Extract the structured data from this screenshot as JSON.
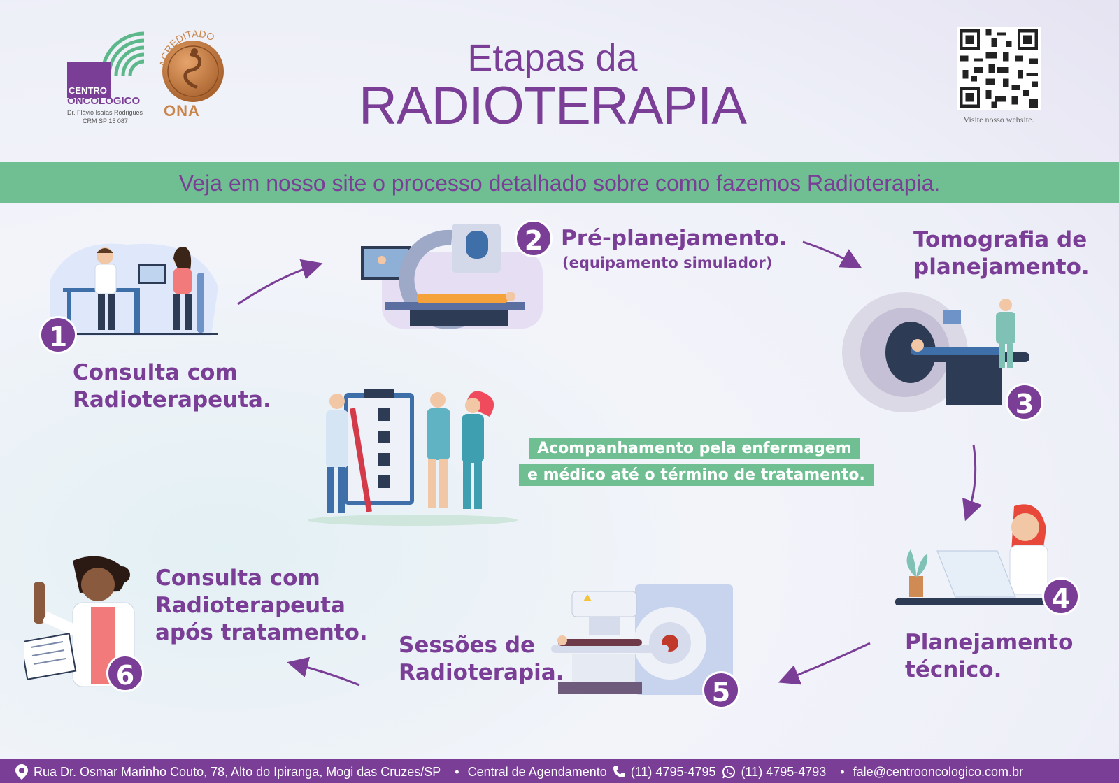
{
  "header": {
    "logo": {
      "line1": "CENTRO",
      "line2": "ONCOLÓGICO",
      "doctor": "Dr. Flávio Isaías Rodrigues",
      "crm": "CRM SP 15 087"
    },
    "seal": {
      "arc_text": "ACREDITADO",
      "brand": "ONA"
    },
    "title_line1": "Etapas da",
    "title_line2": "RADIOTERAPIA",
    "qr_caption": "Visite nosso website."
  },
  "banner": {
    "text": "Veja em nosso site o processo detalhado sobre como fazemos Radioterapia."
  },
  "steps": [
    {
      "number": "1",
      "line1": "Consulta com",
      "line2": "Radioterapeuta.",
      "illustration": "doctor-consultation-illustration"
    },
    {
      "number": "2",
      "line1": "Pré-planejamento.",
      "sub": "(equipamento simulador)",
      "illustration": "simulator-machine-illustration"
    },
    {
      "number": "3",
      "line1": "Tomografia de",
      "line2": "planejamento.",
      "illustration": "ct-scanner-illustration"
    },
    {
      "number": "4",
      "line1": "Planejamento",
      "line2": "técnico.",
      "illustration": "planning-doctor-laptop-illustration"
    },
    {
      "number": "5",
      "line1": "Sessões de",
      "line2": "Radioterapia.",
      "illustration": "linear-accelerator-illustration"
    },
    {
      "number": "6",
      "line1": "Consulta com",
      "line2": "Radioterapeuta",
      "line3": "após tratamento.",
      "illustration": "doctor-waving-illustration"
    }
  ],
  "nursing": {
    "line1": "Acompanhamento pela enfermagem",
    "line2": "e médico até o término de tratamento."
  },
  "footer": {
    "address": "Rua Dr. Osmar Marinho Couto, 78, Alto do Ipiranga, Mogi das Cruzes/SP",
    "scheduling_label": "Central de Agendamento",
    "phone": "(11) 4795-4795",
    "whatsapp": "(11) 4795-4793",
    "email": "fale@centrooncologico.com.br"
  },
  "colors": {
    "purple": "#7a3e96",
    "green": "#6fbf92",
    "bronze": "#c8844a"
  }
}
